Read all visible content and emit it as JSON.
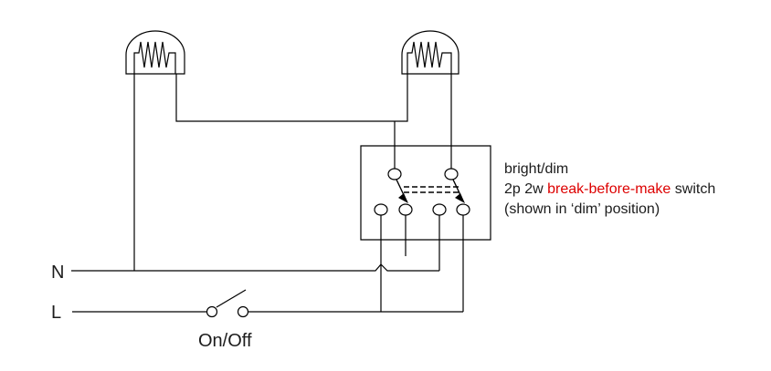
{
  "page": {
    "background": "#ffffff",
    "stroke_color": "#000000",
    "text_color": "#1c1c1c"
  },
  "labels": {
    "neutral": "N",
    "live": "L",
    "onoff": "On/Off"
  },
  "annotation": {
    "line1": "bright/dim",
    "line2_prefix": "2p 2w ",
    "line2_highlight": "break-before-make",
    "line2_suffix": " switch",
    "line3": "(shown in ‘dim’ position)",
    "highlight_color": "#dd0000"
  },
  "diagram": {
    "components": {
      "lamp1": "incandescent lamp symbol",
      "lamp2": "incandescent lamp symbol",
      "selector_switch": "2p 2w break-before-make switch, shown in dim position",
      "onoff_switch": "on/off switch (open contact)",
      "crossover": "wire hop (no connection) over N line",
      "top_terminals": 2,
      "bottom_terminals": 4
    }
  }
}
